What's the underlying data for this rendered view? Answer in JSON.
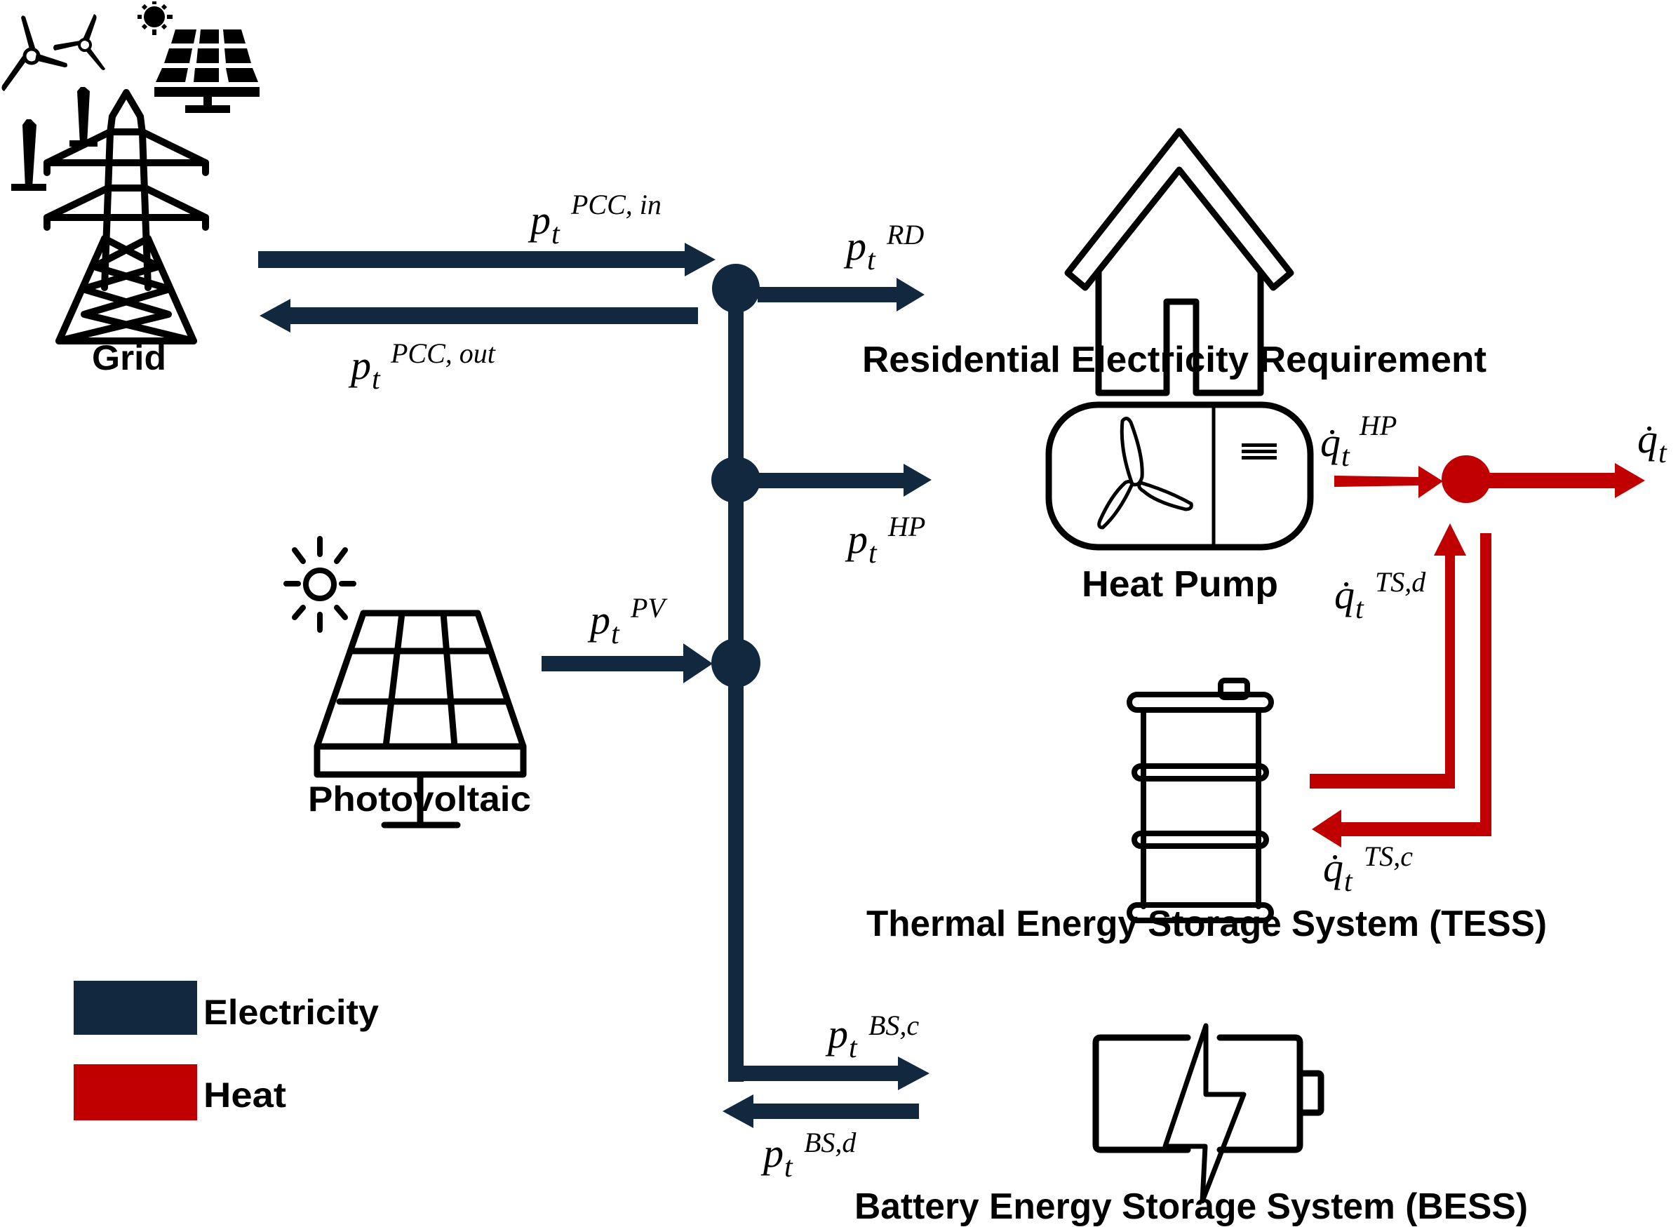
{
  "colors": {
    "electricity": "#12283f",
    "heat": "#c00000",
    "icon": "#000000",
    "background": "#ffffff"
  },
  "components": {
    "grid": "Grid",
    "photovoltaic": "Photovoltaic",
    "residential": "Residential Electricity Requirement",
    "heat_pump": "Heat Pump",
    "tess": "Thermal Energy Storage System (TESS)",
    "bess": "Battery Energy Storage System (BESS)"
  },
  "flows": {
    "pcc_in": {
      "base": "p",
      "sub": "t",
      "sup": "PCC, in",
      "carrier": "electricity",
      "from": "Grid",
      "to": "Bus"
    },
    "pcc_out": {
      "base": "p",
      "sub": "t",
      "sup": "PCC, out",
      "carrier": "electricity",
      "from": "Bus",
      "to": "Grid"
    },
    "rd": {
      "base": "p",
      "sub": "t",
      "sup": "RD",
      "carrier": "electricity",
      "from": "Bus",
      "to": "Residential Electricity Requirement"
    },
    "hp": {
      "base": "p",
      "sub": "t",
      "sup": "HP",
      "carrier": "electricity",
      "from": "Bus",
      "to": "Heat Pump"
    },
    "pv": {
      "base": "p",
      "sub": "t",
      "sup": "PV",
      "carrier": "electricity",
      "from": "Photovoltaic",
      "to": "Bus"
    },
    "bs_c": {
      "base": "p",
      "sub": "t",
      "sup": "BS,c",
      "carrier": "electricity",
      "from": "Bus",
      "to": "BESS"
    },
    "bs_d": {
      "base": "p",
      "sub": "t",
      "sup": "BS,d",
      "carrier": "electricity",
      "from": "BESS",
      "to": "Bus"
    },
    "q_hp": {
      "base": "q̇",
      "sub": "t",
      "sup": "HP",
      "carrier": "heat",
      "from": "Heat Pump",
      "to": "Heat node"
    },
    "q_out": {
      "base": "q̇",
      "sub": "t",
      "sup": "",
      "carrier": "heat",
      "from": "Heat node",
      "to": "Heat demand"
    },
    "q_ts_d": {
      "base": "q̇",
      "sub": "t",
      "sup": "TS,d",
      "carrier": "heat",
      "from": "TESS",
      "to": "Heat node"
    },
    "q_ts_c": {
      "base": "q̇",
      "sub": "t",
      "sup": "TS,c",
      "carrier": "heat",
      "from": "Heat node",
      "to": "TESS"
    }
  },
  "legend": {
    "items": [
      {
        "label": "Electricity",
        "color": "#12283f"
      },
      {
        "label": "Heat",
        "color": "#c00000"
      }
    ]
  },
  "icons": {
    "grid": [
      "wind-turbine-icon",
      "wind-turbine-icon",
      "sun-icon",
      "solar-panel-icon",
      "transmission-tower-icon"
    ],
    "photovoltaic": [
      "sun-outline-icon",
      "solar-panel-outline-icon"
    ],
    "residential": "house-icon",
    "heat_pump": "heat-pump-icon",
    "tess": "barrel-tank-icon",
    "bess": "battery-bolt-icon"
  }
}
